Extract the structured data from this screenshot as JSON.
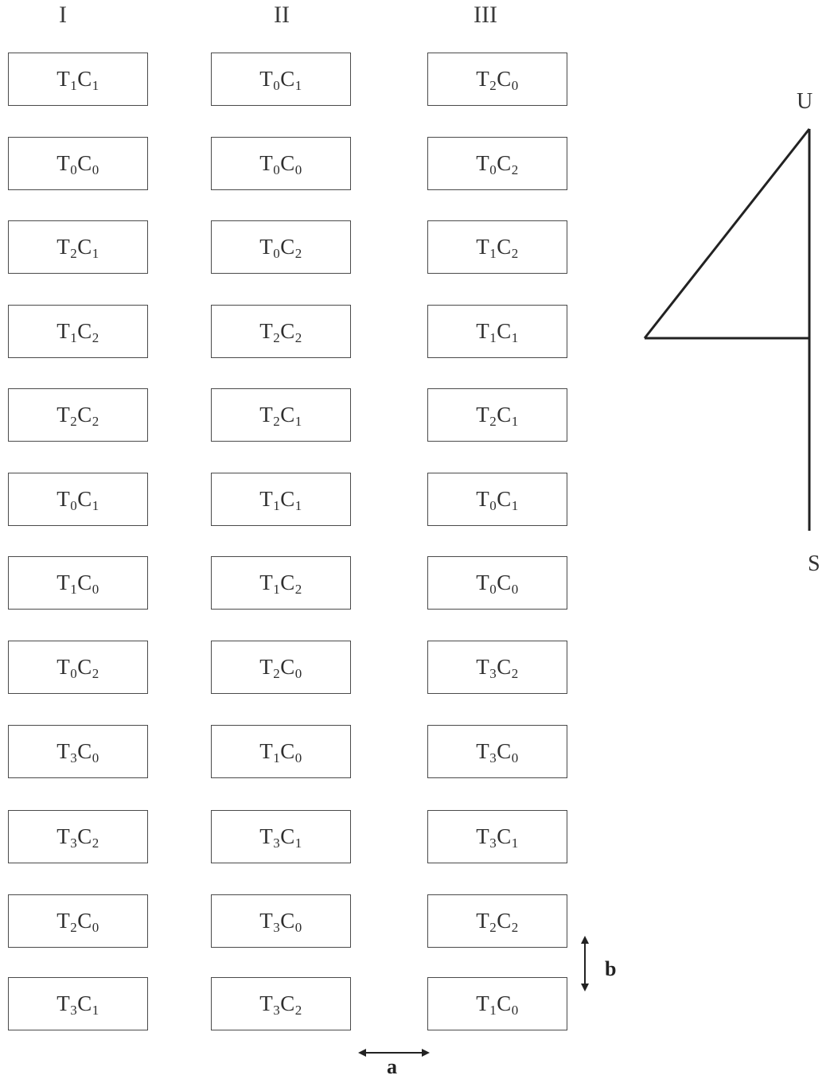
{
  "columns": [
    "I",
    "II",
    "III"
  ],
  "plots": [
    [
      [
        "1",
        "1"
      ],
      [
        "0",
        "1"
      ],
      [
        "2",
        "0"
      ]
    ],
    [
      [
        "0",
        "0"
      ],
      [
        "0",
        "0"
      ],
      [
        "0",
        "2"
      ]
    ],
    [
      [
        "2",
        "1"
      ],
      [
        "0",
        "2"
      ],
      [
        "1",
        "2"
      ]
    ],
    [
      [
        "1",
        "2"
      ],
      [
        "2",
        "2"
      ],
      [
        "1",
        "1"
      ]
    ],
    [
      [
        "2",
        "2"
      ],
      [
        "2",
        "1"
      ],
      [
        "2",
        "1"
      ]
    ],
    [
      [
        "0",
        "1"
      ],
      [
        "1",
        "1"
      ],
      [
        "0",
        "1"
      ]
    ],
    [
      [
        "1",
        "0"
      ],
      [
        "1",
        "2"
      ],
      [
        "0",
        "0"
      ]
    ],
    [
      [
        "0",
        "2"
      ],
      [
        "2",
        "0"
      ],
      [
        "3",
        "2"
      ]
    ],
    [
      [
        "3",
        "0"
      ],
      [
        "1",
        "0"
      ],
      [
        "3",
        "0"
      ]
    ],
    [
      [
        "3",
        "2"
      ],
      [
        "3",
        "1"
      ],
      [
        "3",
        "1"
      ]
    ],
    [
      [
        "2",
        "0"
      ],
      [
        "3",
        "0"
      ],
      [
        "2",
        "2"
      ]
    ],
    [
      [
        "3",
        "1"
      ],
      [
        "3",
        "2"
      ],
      [
        "1",
        "0"
      ]
    ]
  ],
  "compass": {
    "north": "U",
    "south": "S"
  },
  "dimensions": {
    "a": "a",
    "b": "b"
  },
  "letters": {
    "t": "T",
    "c": "C"
  }
}
